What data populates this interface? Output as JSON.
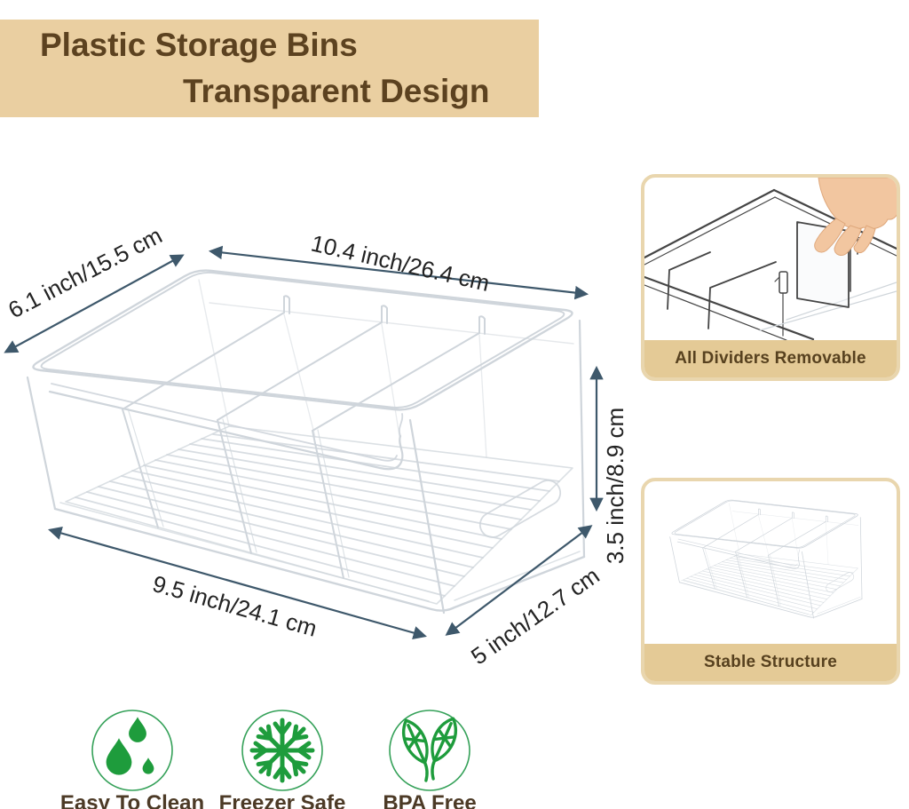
{
  "banner": {
    "line1": "Plastic Storage Bins",
    "line2": "Transparent Design"
  },
  "dimensions": {
    "depth_top": "6.1 inch/15.5 cm",
    "length_top": "10.4 inch/26.4 cm",
    "height_side": "3.5 inch/8.9 cm",
    "length_bottom": "9.5 inch/24.1 cm",
    "depth_bottom": "5 inch/12.7 cm"
  },
  "panels": [
    {
      "caption": "All Dividers Removable"
    },
    {
      "caption": "Stable Structure"
    }
  ],
  "features": [
    {
      "label": "Easy To Clean",
      "icon": "water-drops-icon"
    },
    {
      "label": "Freezer Safe",
      "icon": "snowflake-icon"
    },
    {
      "label": "BPA Free",
      "icon": "leaves-icon"
    }
  ],
  "colors": {
    "banner_bg": "#EACFA1",
    "banner_text": "#5C4220",
    "caption_band": "#E4CA96",
    "caption_text": "#57411F",
    "panel_border": "#E9D6AE",
    "dimension_text": "#232323",
    "arrow": "#3E586B",
    "line_art": "#CFD5DB",
    "feature_green": "#1E9C3C",
    "feature_label": "#4C3A26"
  }
}
